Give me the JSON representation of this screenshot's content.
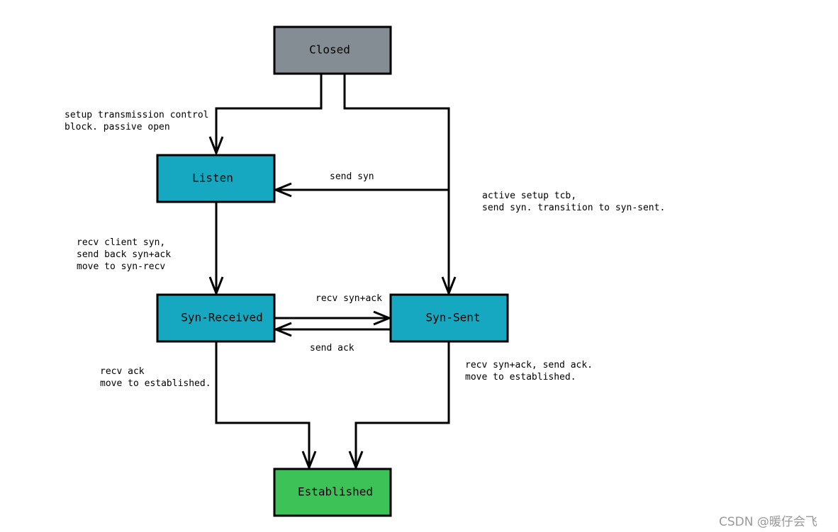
{
  "states": {
    "closed": {
      "label": "Closed",
      "color": "#858d94"
    },
    "listen": {
      "label": "Listen",
      "color": "#16a8c0"
    },
    "syn_received": {
      "label": "Syn-Received",
      "color": "#16a8c0"
    },
    "syn_sent": {
      "label": "Syn-Sent",
      "color": "#16a8c0"
    },
    "established": {
      "label": "Established",
      "color": "#3dc257"
    }
  },
  "notes": {
    "closed_to_listen": [
      "setup transmission control",
      "block. passive open"
    ],
    "send_syn": [
      "send syn"
    ],
    "closed_to_syn_sent": [
      "active setup tcb,",
      "send syn. transition to syn-sent."
    ],
    "listen_to_syn_received": [
      "recv client syn,",
      "send back syn+ack",
      "move to syn-recv"
    ],
    "recv_syn_ack": [
      "recv syn+ack"
    ],
    "send_ack": [
      "send ack"
    ],
    "syn_received_to_established": [
      "recv ack",
      "move to established."
    ],
    "syn_sent_to_established": [
      "recv syn+ack, send ack.",
      "move to established."
    ]
  },
  "watermark": "CSDN @暖仔会飞"
}
